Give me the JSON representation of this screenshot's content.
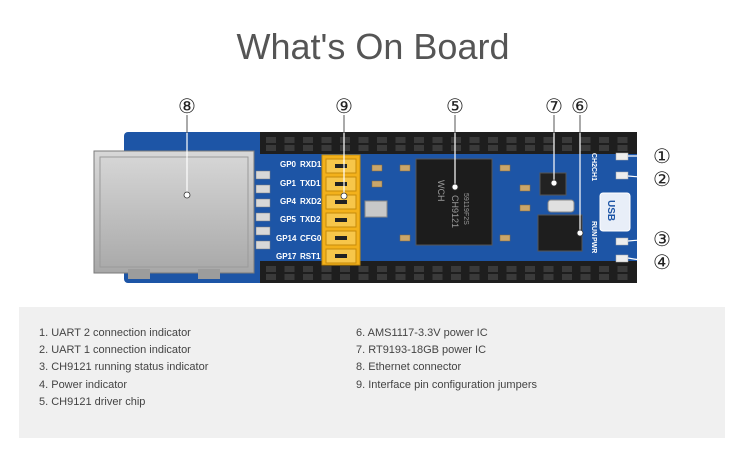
{
  "title": "What's On Board",
  "callouts": [
    "①",
    "②",
    "③",
    "④",
    "⑤",
    "⑦",
    "⑥",
    "⑧",
    "⑨"
  ],
  "chip": {
    "brand": "WCH",
    "model": "CH9121",
    "code": "59119F2S"
  },
  "pin_labels_left": [
    "GP0",
    "GP1",
    "GP4",
    "GP5",
    "GP14",
    "GP17"
  ],
  "pin_labels_right": [
    "RXD1",
    "TXD1",
    "RXD2",
    "TXD2",
    "CFG0",
    "RST1"
  ],
  "board_text": {
    "ch2": "CH2",
    "ch1": "CH1",
    "usb": "USB",
    "run": "RUN",
    "pwr": "PWR"
  },
  "legend": {
    "left": [
      "1. UART 2 connection indicator",
      "2. UART 1 connection indicator",
      "3. CH9121 running status indicator",
      "4. Power indicator",
      "5. CH9121 driver chip"
    ],
    "right": [
      "6. AMS1117-3.3V power IC",
      "7. RT9193-18GB power IC",
      "8. Ethernet connector",
      "9. Interface pin configuration jumpers"
    ]
  }
}
